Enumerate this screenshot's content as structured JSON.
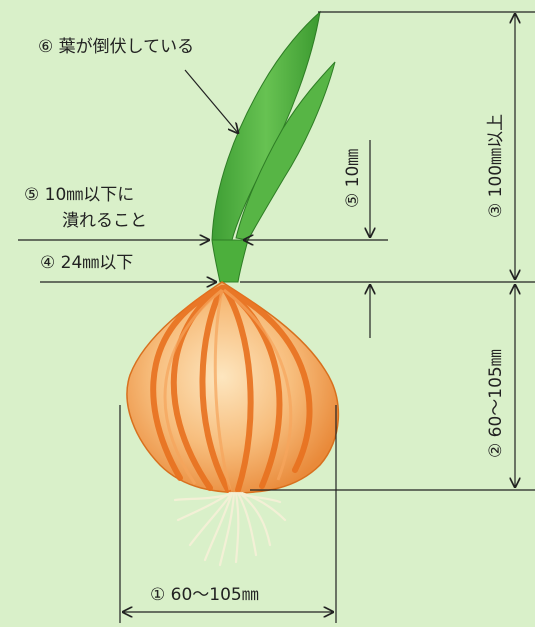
{
  "diagram": {
    "background": "#d9f0c9",
    "line_color": "#222222",
    "labels": {
      "leaf_fallen": "⑥ 葉が倒伏している",
      "neck_crush_line1": "⑤ 10㎜以下に",
      "neck_crush_line2": "潰れること",
      "neck_width": "④ 24㎜以下",
      "neck_crush_vertical": "⑤ 10㎜",
      "leaf_height": "③ 100㎜以上",
      "bulb_height": "② 60～105㎜",
      "bulb_width": "① 60～105㎜"
    },
    "colors": {
      "leaf": "#4caf3c",
      "leaf_dark": "#2e7d25",
      "bulb_light": "#fbd8a0",
      "bulb_mid": "#f2a35a",
      "bulb_stripe": "#e8711f",
      "roots": "#f3f0d6"
    }
  }
}
